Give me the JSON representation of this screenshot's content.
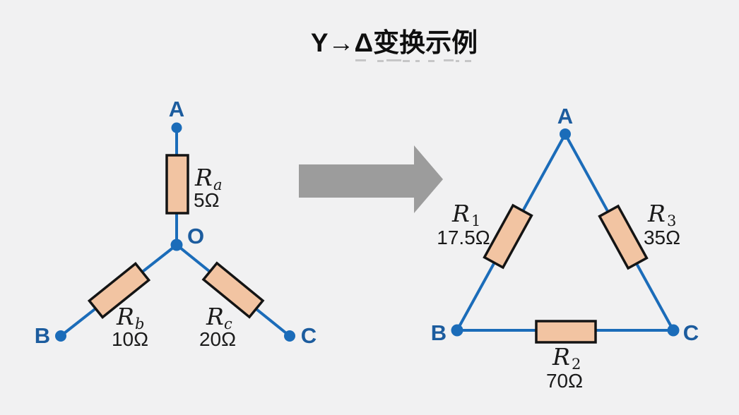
{
  "title": "Y→Δ变换示例",
  "colors": {
    "background": "#f1f1f2",
    "wire": "#1b6cb9",
    "node_label": "#1c5c9e",
    "resistor_fill": "#f2c4a2",
    "resistor_stroke": "#141414",
    "arrow": "#9c9c9c",
    "label_text": "#1a1a1a"
  },
  "wye": {
    "nodes": {
      "a": "A",
      "o": "O",
      "b": "B",
      "c": "C"
    },
    "resistors": {
      "ra": {
        "symbol": "R",
        "sub": "a",
        "value": "5Ω"
      },
      "rb": {
        "symbol": "R",
        "sub": "b",
        "value": "10Ω"
      },
      "rc": {
        "symbol": "R",
        "sub": "c",
        "value": "20Ω"
      }
    }
  },
  "delta": {
    "nodes": {
      "a": "A",
      "b": "B",
      "c": "C"
    },
    "resistors": {
      "r1": {
        "symbol": "R",
        "sub": "1",
        "value": "17.5Ω"
      },
      "r2": {
        "symbol": "R",
        "sub": "2",
        "value": "70Ω"
      },
      "r3": {
        "symbol": "R",
        "sub": "3",
        "value": "35Ω"
      }
    }
  }
}
